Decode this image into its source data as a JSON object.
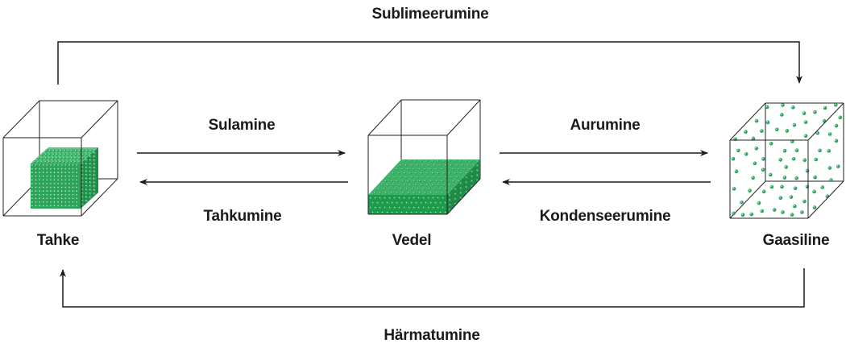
{
  "processes": {
    "sublimation": "Sublimeerumine",
    "melting": "Sulamine",
    "solidification": "Tahkumine",
    "vaporization": "Aurumine",
    "condensation": "Kondenseerumine",
    "deposition": "Härmatumine"
  },
  "states": {
    "solid": "Tahke",
    "liquid": "Vedel",
    "gas": "Gaasiline"
  },
  "colors": {
    "particle": "#2ea35a",
    "particle_dark": "#1f8a47",
    "particle_highlight": "#b9f0cf",
    "line": "#1a1a1a",
    "box_edge": "#222222"
  }
}
